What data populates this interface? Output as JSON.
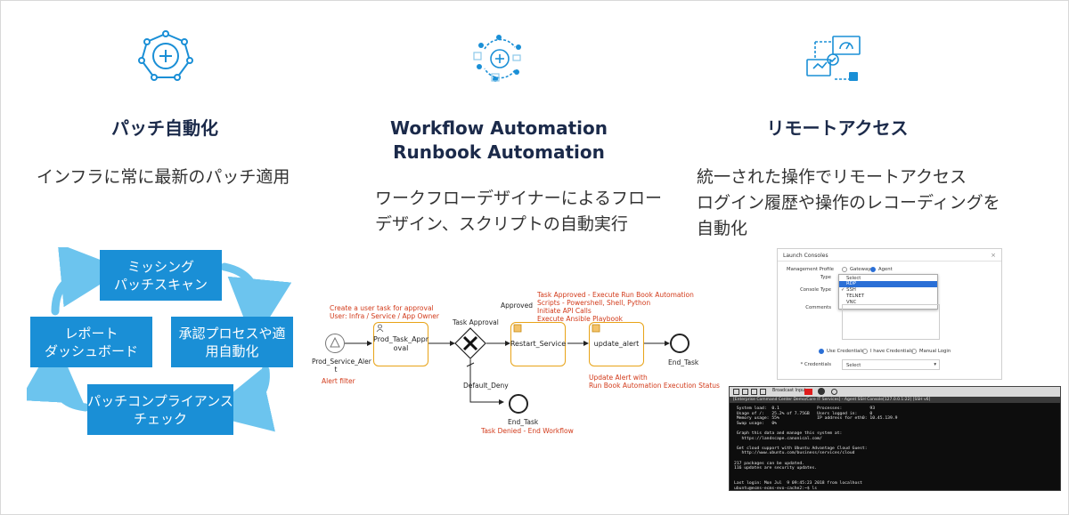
{
  "columns": [
    {
      "title": "パッチ自動化",
      "description": [
        "インフラに常に最新のパッチ適用"
      ]
    },
    {
      "title": [
        "Workflow Automation",
        "Runbook Automation"
      ],
      "description": [
        "ワークフローデザイナーによるフロー",
        "デザイン、スクリプトの自動実行"
      ]
    },
    {
      "title": "リモートアクセス",
      "description": [
        "統一された操作でリモートアクセス",
        "ログイン履歴や操作のレコーディングを",
        "自動化"
      ]
    }
  ],
  "cycle": {
    "steps": [
      [
        "ミッシング",
        "パッチスキャン"
      ],
      [
        "承認プロセスや適",
        "用自動化"
      ],
      [
        "パッチコンプライアンス",
        "チェック"
      ],
      [
        "レポート",
        "ダッシュボード"
      ]
    ],
    "color": "#1a8fd6",
    "arrow_color": "#6cc4ee"
  },
  "workflow": {
    "start_event": "Prod_Service_Alert",
    "start_event_lines": [
      "Prod_Service_Aler",
      "t"
    ],
    "alert_filter": "Alert filter",
    "user_task_note": [
      "Create a user task for approval",
      "User: Infra / Service / App Owner"
    ],
    "task1": [
      "Prod_Task_Appr",
      "oval"
    ],
    "gateway": "Task Approval",
    "approved": "Approved",
    "task_approved_note": "Task Approved - Execute Run Book Automation",
    "scripts_note": [
      "Scripts - Powershell, Shell, Python",
      "Initiate API Calls",
      "Execute Ansible Playbook"
    ],
    "task2": "Restart_Service",
    "task3": "update_alert",
    "update_note": [
      "Update Alert with",
      "Run Book Automation Execution Status"
    ],
    "end_event": "End_Task",
    "default_label": "Default_Deny",
    "end_task2": "End_Task",
    "denied_note": "Task Denied - End Workflow",
    "task_color": "#e8a317",
    "note_color": "#d23a1a"
  },
  "dialog": {
    "title": "Launch Consoles",
    "management_profile_label": "Management Profile",
    "radio_gateway": "Gateway",
    "radio_agent": "Agent",
    "type_label": "Type",
    "console_type_label": "Console Type",
    "comments_label": "Comments",
    "type_options": [
      "Select",
      "RDP",
      "SSH",
      "TELNET",
      "VNC"
    ],
    "selected_option": "SSH",
    "highlight_option": "RDP",
    "credentials_options": [
      "Use Credentials",
      "I have Credentials",
      "Manual Login"
    ],
    "credentials_label": "* Credentials",
    "credentials_value": "Select"
  },
  "terminal": {
    "broadcast_label": "Broadcast Input",
    "tab_text": "[Enterprise Command Center Demo/Core IT Services] - Agent SSH Console[127.0.0.1:22] [SSH v6]",
    "lines": [
      " System load:  0.1               Processes:           93",
      " Usage of /:   25.2% of 7.75GB   Users logged in:     0",
      " Memory usage: 55%               IP address for eth0: 10.45.139.9",
      " Swap usage:   0%",
      "",
      " Graph this data and manage this system at:",
      "   https://landscape.canonical.com/",
      "",
      " Get cloud support with Ubuntu Advantage Cloud Guest:",
      "   http://www.ubuntu.com/business/services/cloud",
      "",
      "217 packages can be updated.",
      "116 updates are security updates.",
      "",
      "",
      "Last login: Mon Jul  9 09:45:23 2018 from localhost",
      "ubuntu@ecms-ecms-evo-cache2:~$ ls"
    ]
  }
}
